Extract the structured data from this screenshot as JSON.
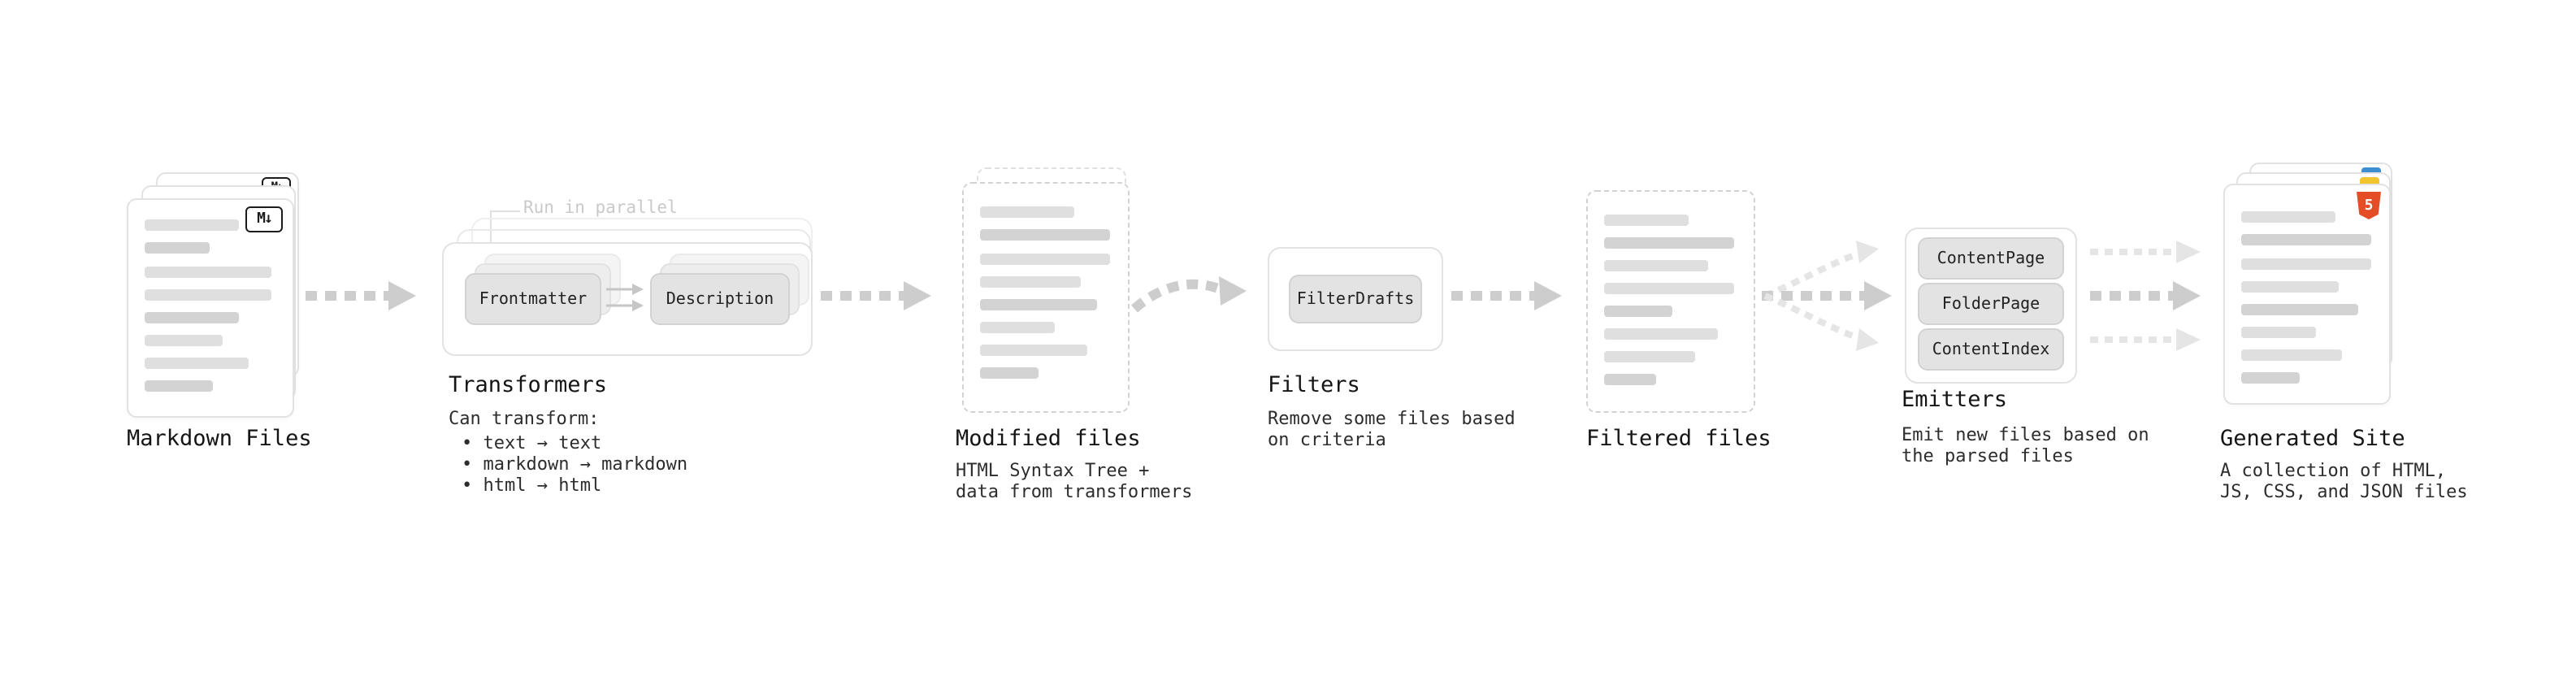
{
  "colors": {
    "arrow": "#cdcdcd",
    "arrow_light": "#e5e5e5",
    "placeholder_bar": "#dfdfdf",
    "card_border": "#e2e2e2",
    "button_bg": "#e3e3e3",
    "text": "#151515",
    "annotation": "#c9c9c9",
    "html5_badge": "#e44d26",
    "js_chip": "#f2c42d",
    "css_chip": "#3d8fd1"
  },
  "markdown_files": {
    "label": "Markdown Files",
    "badge": "M↓"
  },
  "transformers": {
    "annotation": "Run in parallel",
    "buttons": [
      "Frontmatter",
      "Description"
    ],
    "label": "Transformers",
    "caption": "Can transform:",
    "bullets": [
      "• text → text",
      "• markdown → markdown",
      "• html → html"
    ]
  },
  "modified_files": {
    "label": "Modified files",
    "subtitle": [
      "HTML Syntax Tree +",
      "data from transformers"
    ]
  },
  "filters": {
    "button": "FilterDrafts",
    "label": "Filters",
    "subtitle": [
      "Remove some files based",
      "on criteria"
    ]
  },
  "filtered_files": {
    "label": "Filtered files"
  },
  "emitters": {
    "buttons": [
      "ContentPage",
      "FolderPage",
      "ContentIndex"
    ],
    "label": "Emitters",
    "subtitle": [
      "Emit new files based on",
      "the parsed files"
    ]
  },
  "generated_site": {
    "label": "Generated Site",
    "badge": "5",
    "subtitle": [
      "A collection of HTML,",
      "JS, CSS, and JSON files"
    ]
  }
}
